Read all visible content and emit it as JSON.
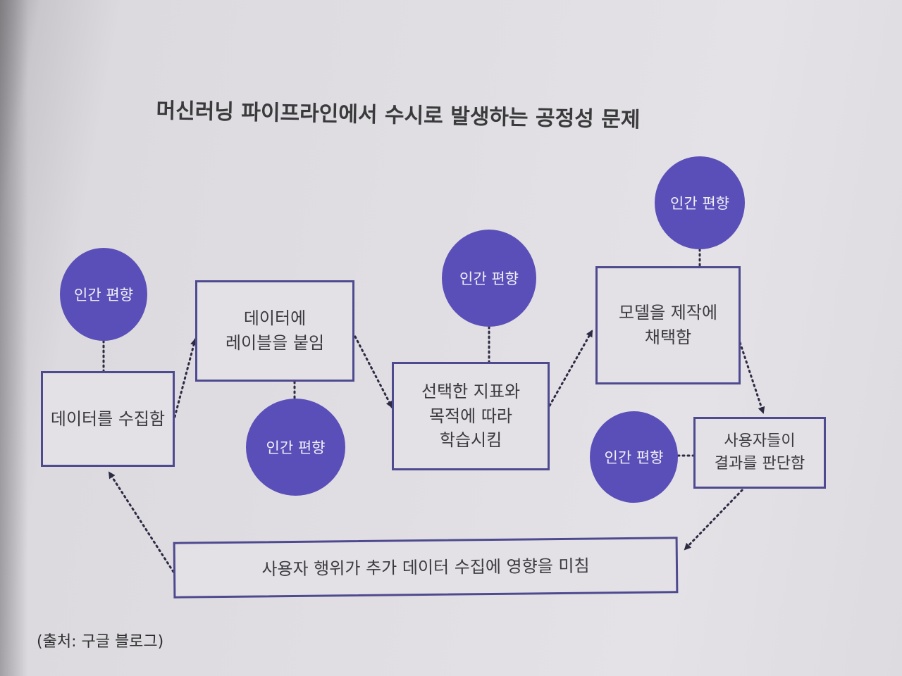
{
  "title": "머신러닝 파이프라인에서 수시로 발생하는 공정성 문제",
  "steps": {
    "collect": "데이터를 수집함",
    "label": "데이터에\n레이블을 붙임",
    "train": "선택한 지표와\n목적에 따라\n학습시킴",
    "adopt": "모델을 제작에\n채택함",
    "judge": "사용자들이\n결과를 판단함",
    "feedback": "사용자 행위가 추가 데이터 수집에 영향을 미침"
  },
  "bias_label": "인간 편향",
  "source": "(출처: 구글 블로그)",
  "colors": {
    "bubble": "#5a4fb8",
    "box_border": "#4e4a8f",
    "arrow": "#2d2a44"
  }
}
